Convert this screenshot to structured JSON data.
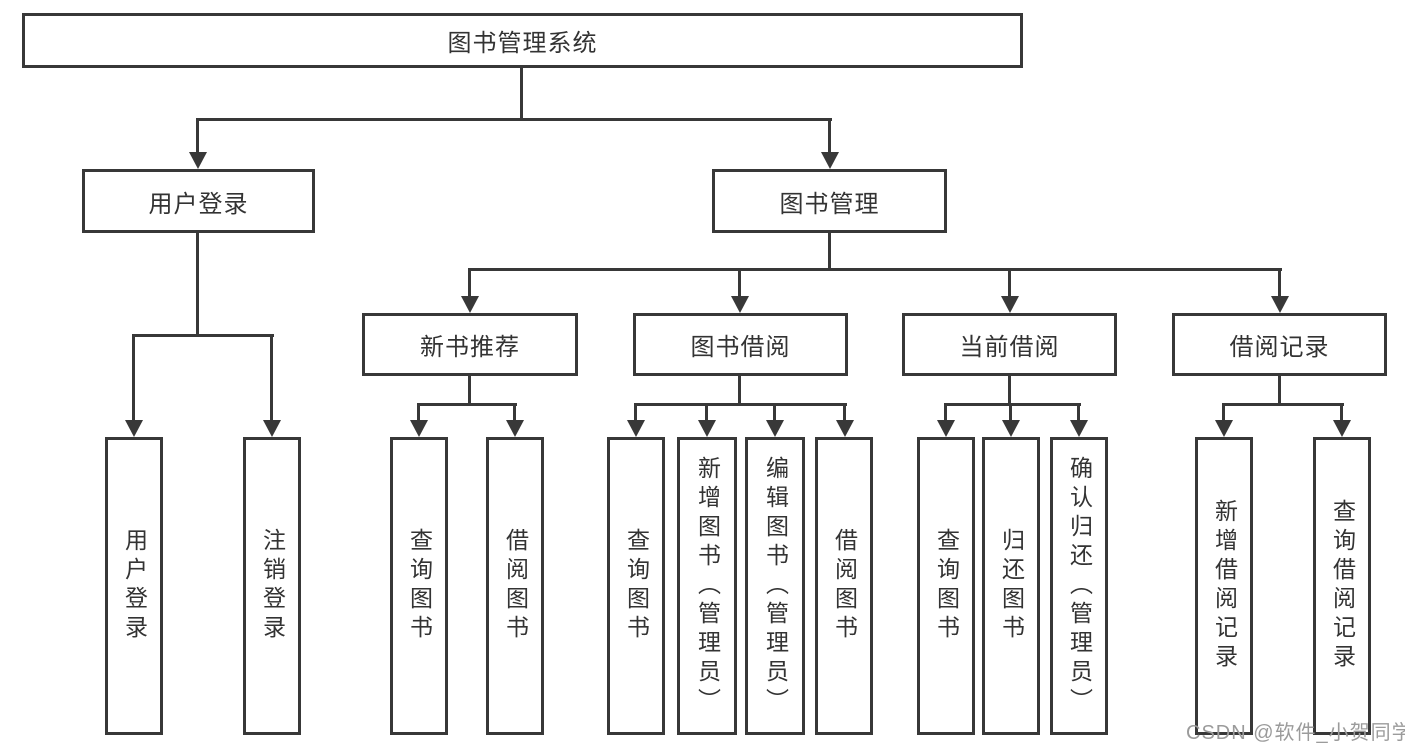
{
  "tree": {
    "root": {
      "label": "图书管理系统",
      "children": [
        {
          "label": "用户登录",
          "children": [
            {
              "label": "用户登录"
            },
            {
              "label": "注销登录"
            }
          ]
        },
        {
          "label": "图书管理",
          "children": [
            {
              "label": "新书推荐",
              "children": [
                {
                  "label": "查询图书"
                },
                {
                  "label": "借阅图书"
                }
              ]
            },
            {
              "label": "图书借阅",
              "children": [
                {
                  "label": "查询图书"
                },
                {
                  "label": "新增图书（管理员）"
                },
                {
                  "label": "编辑图书（管理员）"
                },
                {
                  "label": "借阅图书"
                }
              ]
            },
            {
              "label": "当前借阅",
              "children": [
                {
                  "label": "查询图书"
                },
                {
                  "label": "归还图书"
                },
                {
                  "label": "确认归还（管理员）"
                }
              ]
            },
            {
              "label": "借阅记录",
              "children": [
                {
                  "label": "新增借阅记录"
                },
                {
                  "label": "查询借阅记录"
                }
              ]
            }
          ]
        }
      ]
    }
  },
  "watermark": {
    "text": "CSDN @软件_小贺同学"
  },
  "colors": {
    "line": "#383838",
    "text": "#333333",
    "background": "#ffffff",
    "watermark": "#9b9b9b"
  }
}
